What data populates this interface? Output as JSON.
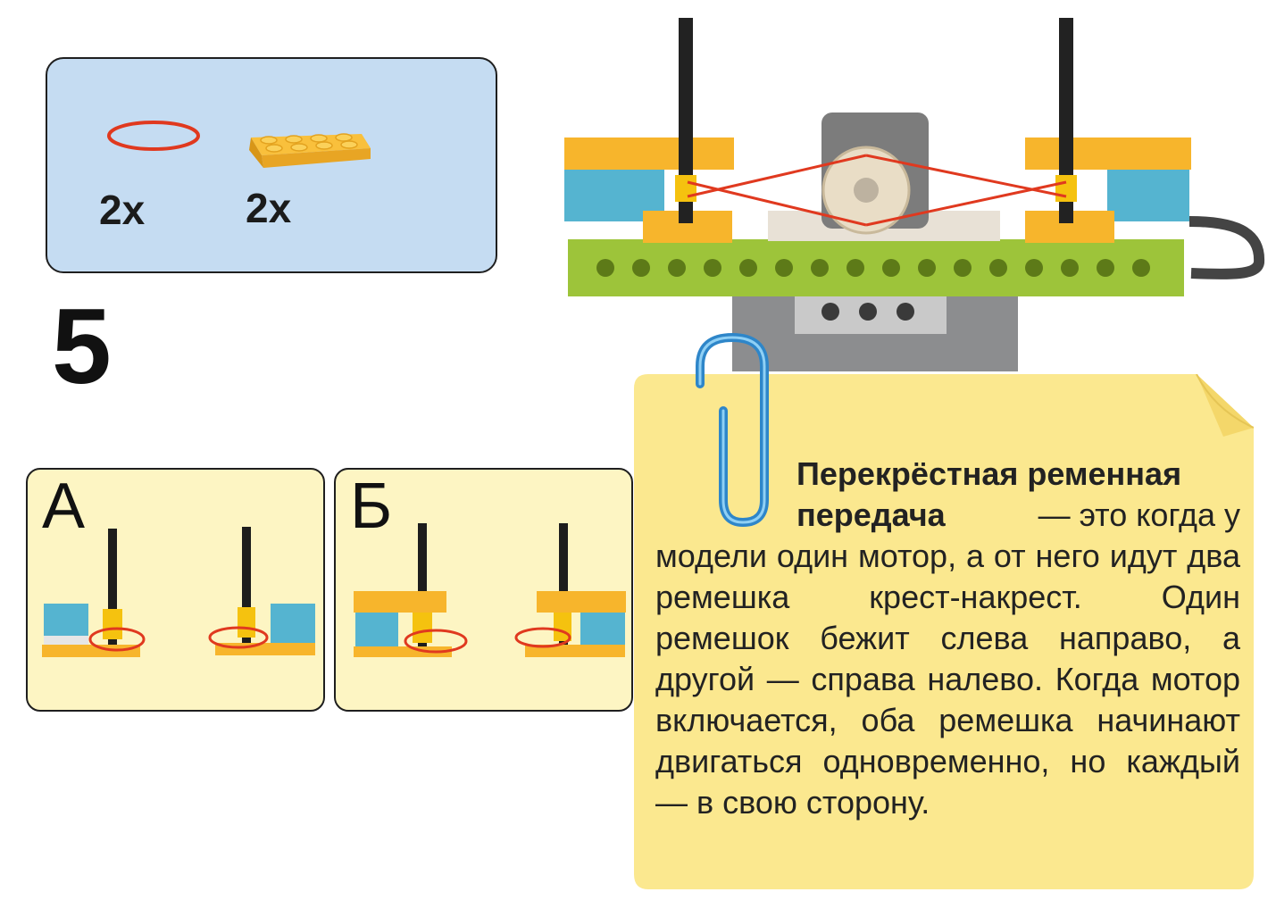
{
  "parts": {
    "items": [
      {
        "name": "rubber band",
        "qty": "2x"
      },
      {
        "name": "plate 2x4",
        "qty": "2x"
      }
    ]
  },
  "step_number": "5",
  "panels": [
    {
      "letter": "А"
    },
    {
      "letter": "Б"
    }
  ],
  "note": {
    "heading_line1": "Перекрёстная ременная",
    "heading_line2": "передача",
    "text_line2_rest": " — это когда у",
    "text_rest": "модели один мотор, а от него идут два ремешка крест-накрест. Один ремешок бежит слева направо, а другой — справа налево. Когда мотор включается, оба ремешка начинают двигаться одновременно, но каждый — в свою сторону."
  },
  "colors": {
    "parts_bg": "#c5dcf2",
    "panel_bg": "#fdf5c3",
    "note_bg": "#fbe88f",
    "lego_yellow": "#f7b52c",
    "lego_green": "#9dc43a",
    "lego_blue": "#55b4d0",
    "rubber_red": "#e0391f"
  }
}
